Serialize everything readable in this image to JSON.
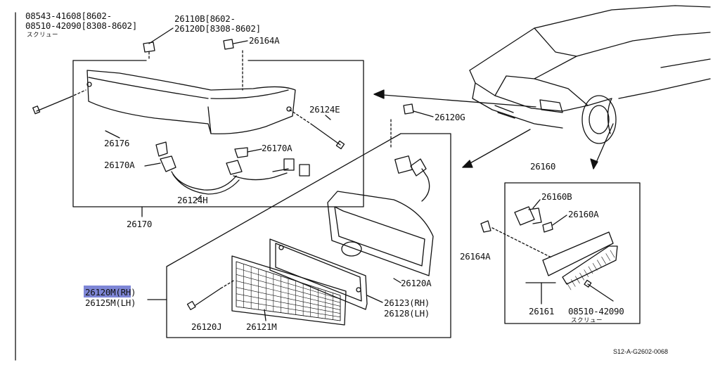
{
  "labels": {
    "screw_top_line1": "08543-41608[8602-",
    "screw_top_line2": "08510-42090[8308-8602]",
    "screw_top_jp": "スクリュー",
    "clip_line1": "26110B[8602-",
    "clip_line2": "26120D[8308-8602]",
    "grommet_top": "26164A",
    "screw_right": "26124E",
    "clip_g": "26120G",
    "lamp_assembly": "26176",
    "socket_left": "26170A",
    "socket_right": "26170A",
    "harness": "26124H",
    "lamp_kit": "26170",
    "combo_rh": "26120M(RH)",
    "combo_lh": "26125M(LH)",
    "screw_j": "26120J",
    "lens": "26121M",
    "housing": "26120A",
    "gasket_rh": "26123(RH)",
    "gasket_lh": "26128(LH)",
    "side_marker_kit": "26160",
    "socket_b": "26160B",
    "bulb_a": "26160A",
    "grommet_side": "26164A",
    "side_lens": "26161",
    "screw_side": "08510-42090",
    "screw_side_jp": "スクリュー",
    "reference_code": "S12-A-G2602-0068"
  },
  "colors": {
    "highlight": "#7e86d6",
    "ink": "#111111"
  }
}
